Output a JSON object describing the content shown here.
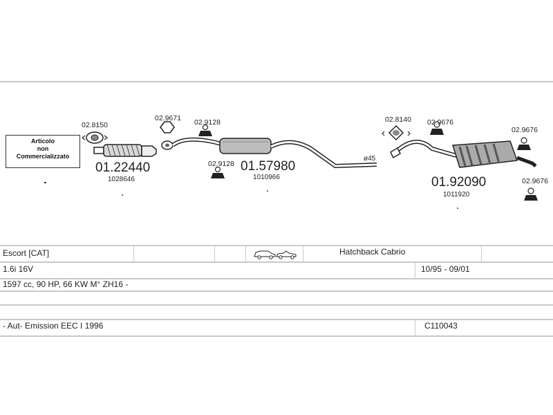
{
  "diagram": {
    "notice": [
      "Articolo",
      "non",
      "Commercializzato"
    ],
    "parts": [
      {
        "ref": "02.8150"
      },
      {
        "ref": "01.22440",
        "code": "1028646"
      },
      {
        "ref": "02.9671"
      },
      {
        "ref": "02.9128"
      },
      {
        "ref": "02.9128"
      },
      {
        "ref": "01.57980",
        "code": "1010966"
      },
      {
        "ref": "02.8140"
      },
      {
        "ref": "02.9676"
      },
      {
        "ref": "02.9676"
      },
      {
        "ref": "02.9676"
      },
      {
        "ref": "01.92090",
        "code": "1011920"
      }
    ],
    "pipe_diameter": "ø45"
  },
  "vehicle": {
    "model": "Escort  [CAT]",
    "body": "Hatchback Cabrio",
    "engine": "1.6i 16V",
    "years": "10/95 - 09/01",
    "spec": "1597 cc, 90 HP, 66 KW M° ZH16 -",
    "emission": "- Aut- Emission EEC I 1996",
    "catalog_code": "C110043"
  }
}
